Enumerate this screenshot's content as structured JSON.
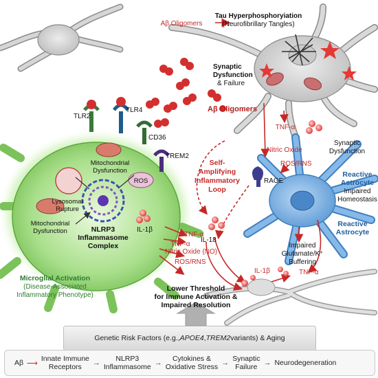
{
  "labels": {
    "abeta_top": "Aβ Oligomers",
    "abeta_mid": "Aβ Oligomers",
    "tau_title": "Tau Hyperphosphoryiation",
    "tau_sub": "(Neurofibrillary Tangles)",
    "synaptic_l1": "Synaptic",
    "synaptic_l2": "Dysfunction",
    "synaptic_l3": "& Failure",
    "tnf_top": "TNF-α",
    "nitric_right": "Nitric Oxide",
    "syn_dys_r1": "Synaptic",
    "syn_dys_r2": "Dysfunction",
    "ros_rns_right": "ROS/RNS",
    "rage": "RAGE",
    "loop_l1": "Self-",
    "loop_l2": "Amplifying",
    "loop_l3": "Inflammatory",
    "loop_l4": "Loop",
    "react_ast_a1": "Reactive",
    "react_ast_a2": "Astrocyte",
    "impaired_h1": "Impaired",
    "impaired_h2": "Homeostasis",
    "react_ast_b1": "Reactive",
    "react_ast_b2": "Astrocyte",
    "glut_l1": "Impaired",
    "glut_l2": "Glutamate/K⁺",
    "glut_l3": "Buffering",
    "il18": "IL-18",
    "il1b_right": "IL-1β",
    "tnf_right": "TNF-α",
    "tlr2": "TLR2",
    "tlr4": "TLR4",
    "cd36": "CD36",
    "trem2": "TREM2",
    "mito_top_l1": "Mitochondrial",
    "mito_top_l2": "Dysfunction",
    "lyso_l1": "Lysosomal",
    "lyso_l2": "Rupture",
    "ros": "ROS",
    "mito_bot_l1": "Mitochondrial",
    "mito_bot_l2": "Dysfunction",
    "nlrp3_l1": "NLRP3",
    "nlrp3_l2": "Inflammasome",
    "nlrp3_l3": "Complex",
    "il1b_micro": "IL-1β",
    "out_tnf": "TNF-α",
    "out_tnf2": "TNF-α",
    "out_no": "Nitric Oxide (NO)",
    "out_ros": "ROS/RNS",
    "micro_l1": "Microglial Activation",
    "micro_l2": "(Disease-Associated",
    "micro_l3": "Inflammatory Phenotype)",
    "lower_l1": "Lower Threshold",
    "lower_l2": "for Immune Activation &",
    "lower_l3": "Impaired Resolution"
  },
  "genetic": {
    "prefix": "Genetic Risk Factors (e.g., ",
    "apoe": "APOE4",
    "sep": ", ",
    "trem": "TREM2",
    "suffix": " variants) & Aging"
  },
  "pathway": {
    "start": "Aβ",
    "s1_l1": "Innate Immune",
    "s1_l2": "Receptors",
    "s2_l1": "NLRP3",
    "s2_l2": "Inflammasome",
    "s3_l1": "Cytokines &",
    "s3_l2": "Oxidative Stress",
    "s4_l1": "Synaptic",
    "s4_l2": "Failure",
    "s5": "Neurodegeneration"
  },
  "colors": {
    "microglia_fill": "#9ed97f",
    "microglia_edge": "#5aa83a",
    "microglia_glow": "#d7f5c0",
    "astrocyte_fill": "#7fb3e6",
    "astrocyte_edge": "#3f7fc0",
    "neuron_fill": "#d3d3d3",
    "neuron_edge": "#8a8a8a",
    "abeta_red": "#d32f2f",
    "label_red": "#b71c1c",
    "astro_label_blue": "#1f5fa0",
    "micro_label_green": "#2e7d32"
  }
}
